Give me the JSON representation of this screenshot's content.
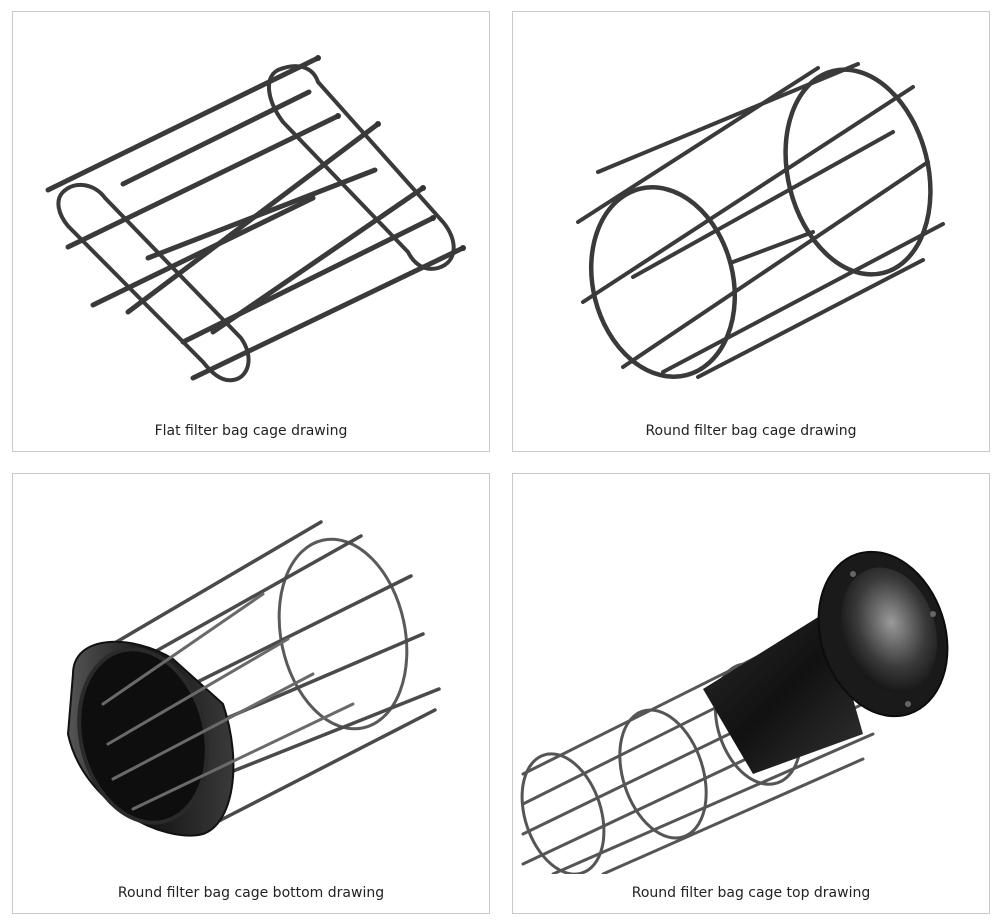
{
  "cards": [
    {
      "caption": "Flat filter bag cage drawing"
    },
    {
      "caption": "Round filter bag cage drawing"
    },
    {
      "caption": "Round filter bag cage bottom drawing"
    },
    {
      "caption": "Round filter bag cage top drawing"
    }
  ],
  "colors": {
    "wire": "#3a3a3a",
    "border": "#c9c9c9",
    "metal_dark": "#1e1e1e"
  }
}
